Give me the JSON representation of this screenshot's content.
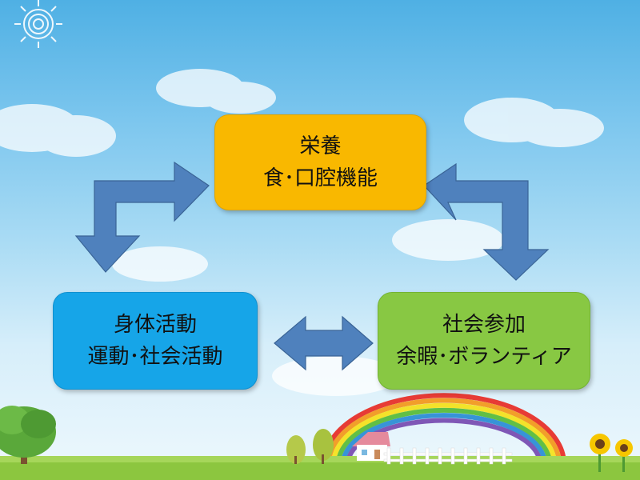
{
  "nodes": {
    "top": {
      "line1": "栄養",
      "line2": "食･口腔機能"
    },
    "left": {
      "line1": "身体活動",
      "line2": "運動･社会活動"
    },
    "right": {
      "line1": "社会参加",
      "line2": "余暇･ボランティア"
    }
  },
  "colors": {
    "top_box": "#f9b800",
    "left_box": "#16a5e8",
    "right_box": "#88c843",
    "arrow": "#4f81bd"
  },
  "icons": [
    "sun-icon",
    "cloud-icon",
    "tree-icon",
    "rainbow-icon",
    "house-icon",
    "fence-icon",
    "sunflower-icon"
  ]
}
